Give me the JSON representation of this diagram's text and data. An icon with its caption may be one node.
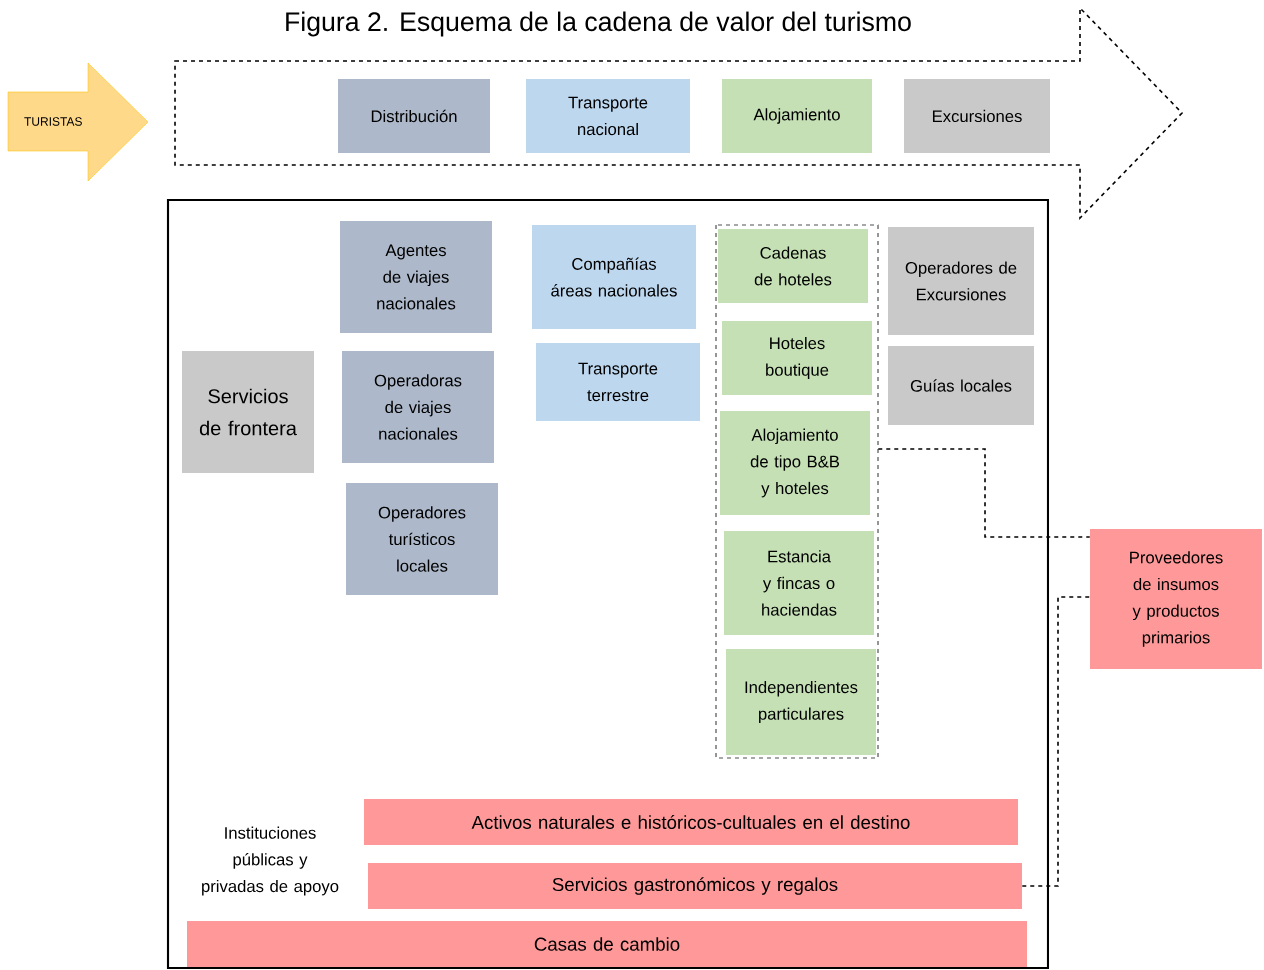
{
  "diagram": {
    "title": "Figura 2. Esquema de la cadena de valor del turismo",
    "nodes": [
      {
        "text": [
          "TURISTAS"
        ]
      },
      {
        "text": [],
        "shape": "arrow"
      },
      {
        "text": [
          "Distribución"
        ],
        "in": 1
      },
      {
        "text": [
          "Transporte nacional"
        ],
        "in": 1
      },
      {
        "text": [
          "Alojamiento"
        ],
        "in": 1
      },
      {
        "text": [
          "Excursiones"
        ],
        "in": 1
      },
      {
        "text": [],
        "shape": "box"
      },
      {
        "text": [
          "Servicios de frontera"
        ],
        "in": 6
      },
      {
        "text": [
          "Agentes de viajes nacionales"
        ],
        "in": 6
      },
      {
        "text": [
          "Operadoras de viajes nacionales"
        ],
        "in": 6
      },
      {
        "text": [
          "Operadores turísticos locales"
        ],
        "in": 6
      },
      {
        "text": [
          "Compañías áreas nacionales"
        ],
        "in": 6
      },
      {
        "text": [
          "Transporte terrestre"
        ],
        "in": 6
      },
      {
        "text": [],
        "shape": "box",
        "in": 6
      },
      {
        "text": [
          "Cadenas de hoteles"
        ],
        "in": 13
      },
      {
        "text": [
          "Hoteles boutique"
        ],
        "in": 13
      },
      {
        "text": [
          "Alojamiento de tipo B&B y hoteles"
        ],
        "in": 13
      },
      {
        "text": [
          "Estancia y fincas o haciendas"
        ],
        "in": 13
      },
      {
        "text": [
          "Independientes particulares"
        ],
        "in": 13
      },
      {
        "text": [
          "Operadores de Excursiones"
        ],
        "in": 6
      },
      {
        "text": [
          "Guías locales"
        ],
        "in": 6
      },
      {
        "text": [
          "Activos naturales e históricos-cultuales en el destino"
        ],
        "in": 6
      },
      {
        "text": [
          "Servicios gastronómicos y regalos"
        ],
        "in": 6
      },
      {
        "text": [
          "Casas de cambio"
        ],
        "in": 6
      },
      {
        "text": [
          "Proveedores de insumos y productos primarios"
        ]
      }
    ],
    "edges": [
      {
        "from": 13,
        "to": 24,
        "arrow": "none",
        "style": "dashed"
      },
      {
        "from": 22,
        "to": 24,
        "arrow": "none",
        "style": "dashed"
      }
    ],
    "labels": [
      "Instituciones públicas y privadas de apoyo"
    ]
  }
}
